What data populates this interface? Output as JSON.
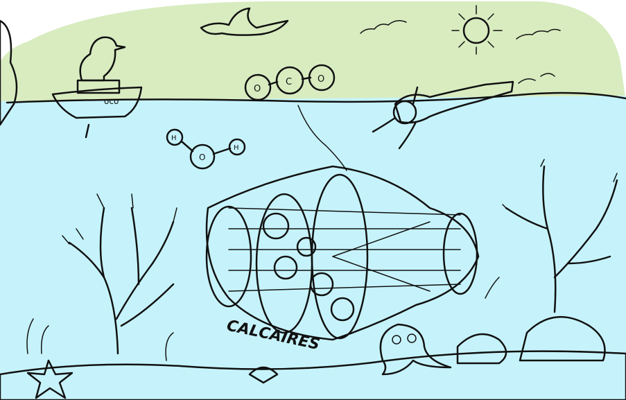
{
  "illustration": {
    "label_text": "CALCAIRES",
    "molecule_surface_letters": [
      "O",
      "C",
      "O"
    ],
    "molecule_water_letters": [
      "H",
      "O",
      "H"
    ],
    "boat_portholes": "oco",
    "colors": {
      "sky": "#d8ecc0",
      "water": "#c6f3fb",
      "seabed": "#d8ecc0",
      "sun": "#ffef1a",
      "oxygen": "#27d327",
      "carbon": "#ef1616",
      "hydrogen": "#e8ead0",
      "calcium": "#4d95e6",
      "ink": "#111111"
    }
  }
}
